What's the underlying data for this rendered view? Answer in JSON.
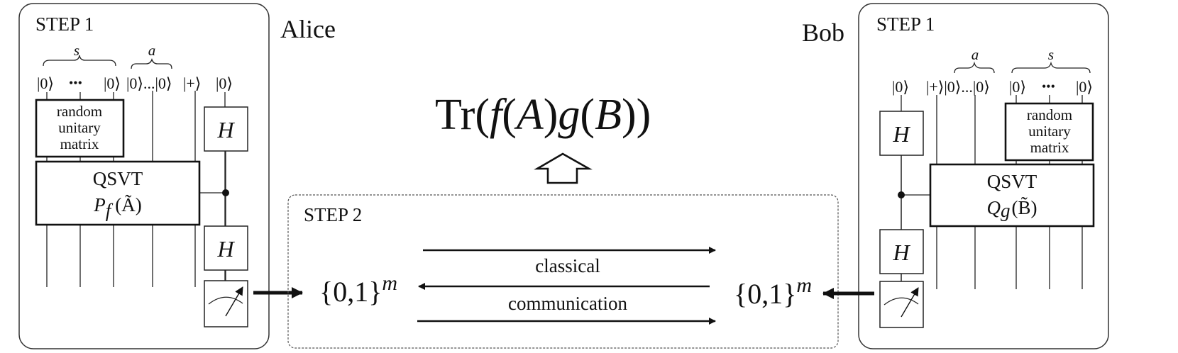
{
  "alice": {
    "name": "Alice",
    "step_label": "STEP 1",
    "brace_s": "s",
    "brace_a": "a",
    "kets": {
      "s_first": "|0⟩",
      "s_dots": "•••",
      "s_last": "|0⟩",
      "a_group": "|0⟩...|0⟩",
      "plus": "|+⟩",
      "control": "|0⟩"
    },
    "random_box": [
      "random",
      "unitary",
      "matrix"
    ],
    "qsvt_title": "QSVT",
    "qsvt_poly": "P",
    "qsvt_sub": "f",
    "qsvt_arg": "(Ã)",
    "h_gate": "H"
  },
  "bob": {
    "name": "Bob",
    "step_label": "STEP 1",
    "brace_s": "s",
    "brace_a": "a",
    "kets": {
      "control": "|0⟩",
      "plus_group": "|+⟩|0⟩...|0⟩",
      "s_first": "|0⟩",
      "s_dots": "•••",
      "s_last": "|0⟩"
    },
    "random_box": [
      "random",
      "unitary",
      "matrix"
    ],
    "qsvt_title": "QSVT",
    "qsvt_poly": "Q",
    "qsvt_sub": "g",
    "qsvt_arg": "(B̃)",
    "h_gate": "H"
  },
  "center": {
    "result": "Tr(f(A)g(B))",
    "result_parts": [
      "Tr(",
      "f",
      "(",
      "A",
      ")",
      "g",
      "(",
      "B",
      "))"
    ],
    "step2_label": "STEP 2",
    "bitstring_base": "{0,1}",
    "bitstring_exp": "m",
    "comm_label_1": "classical",
    "comm_label_2": "communication"
  }
}
